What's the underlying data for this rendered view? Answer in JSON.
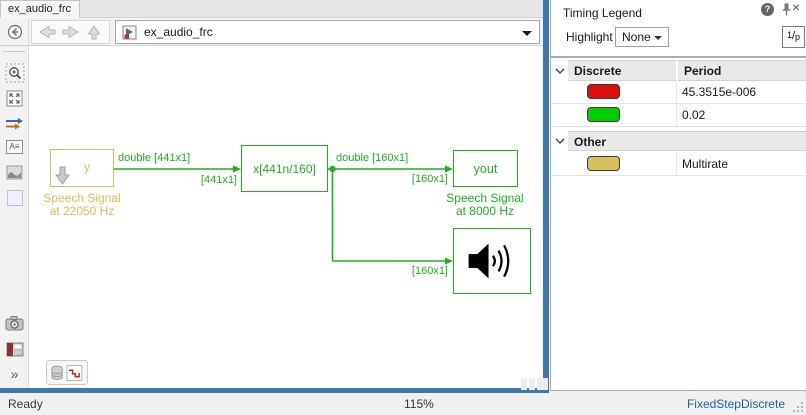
{
  "window": {
    "tab_title": "ex_audio_frc",
    "breadcrumb": "ex_audio_frc"
  },
  "icons": {
    "help_glyph": "?",
    "close_glyph": "×",
    "chevrons_glyph": "»",
    "annotation_glyph": "A≡"
  },
  "diagram": {
    "source": {
      "label": "y",
      "caption1": "Speech Signal",
      "caption2": "at 22050 Hz"
    },
    "converter": {
      "label": "x[441n/160]"
    },
    "sink": {
      "label": "yout",
      "caption1": "Speech Signal",
      "caption2": "at 8000 Hz"
    },
    "labels": {
      "sig1_type": "double [441x1]",
      "sig1_dim": "[441x1]",
      "sig2_type": "double [160x1]",
      "sig2_dim": "[160x1]",
      "sig3_dim": "[160x1]"
    }
  },
  "timing_legend": {
    "title": "Timing Legend",
    "highlight_label": "Highlight",
    "highlight_value": "None",
    "rate_button": {
      "numerator": "1",
      "slash": "/",
      "denominator": "p"
    },
    "groups": [
      {
        "name": "Discrete",
        "value_header": "Period",
        "rows": [
          {
            "color": "#dd0e0e",
            "value": "45.3515e-006"
          },
          {
            "color": "#00cc00",
            "value": "0.02"
          }
        ]
      },
      {
        "name": "Other",
        "rows": [
          {
            "color": "#d9c05a",
            "value": "Multirate"
          }
        ]
      }
    ]
  },
  "statusbar": {
    "status": "Ready",
    "zoom": "115%",
    "solver": "FixedStepDiscrete"
  },
  "colors": {
    "signal_green": "#1cb21c",
    "multirate_yellow": "#d8bc5a",
    "accent_frame": "#3c78ad",
    "solver_link": "#1a63a8"
  }
}
